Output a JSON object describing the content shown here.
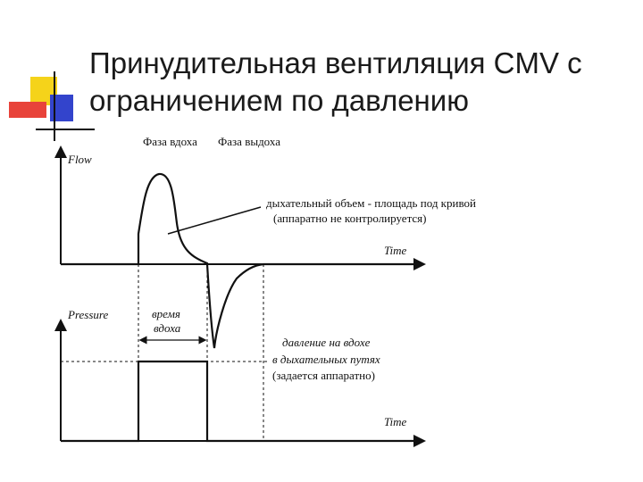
{
  "slide": {
    "title_line1": "Принудительная вентиляция CMV с",
    "title_line2": "ограничением по давлению"
  },
  "diagram": {
    "phase_inspiration": "Фаза вдоха",
    "phase_expiration": "Фаза выдоха",
    "flow_axis": "Flow",
    "time_axis_top": "Time",
    "tidal_volume_line1": "дыхательный объем - площадь под кривой",
    "tidal_volume_line2": "(аппаратно не контролируется)",
    "pressure_axis": "Pressure",
    "insp_time_line1": "время",
    "insp_time_line2": "вдоха",
    "insp_pressure_line1": "давление на вдохе",
    "insp_pressure_line2": "в дыхательных путях",
    "insp_pressure_line3": "(задается аппаратно)",
    "time_axis_bottom": "Time"
  },
  "colors": {
    "logo_yellow": "#f5d31a",
    "logo_red": "#e8433a",
    "logo_blue": "#3344cc",
    "line": "#111111"
  }
}
